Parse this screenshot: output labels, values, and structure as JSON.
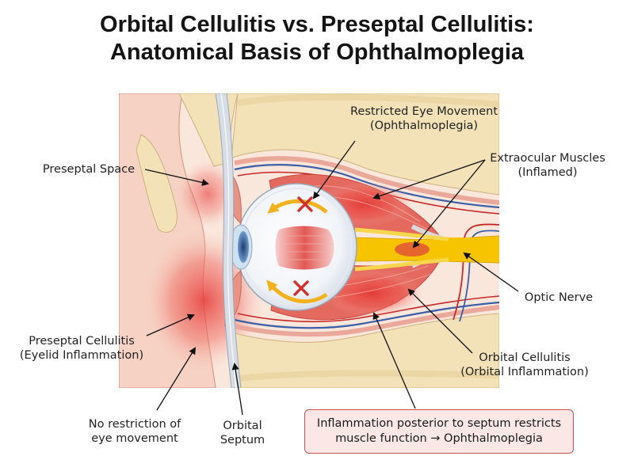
{
  "title": {
    "line1": "Orbital Cellulitis vs. Preseptal Cellulitis:",
    "line2": "Anatomical Basis of Ophthalmoplegia"
  },
  "labels": {
    "restricted": {
      "line1": "Restricted Eye Movement",
      "line2": "(Ophthalmoplegia)"
    },
    "extraocular": {
      "line1": "Extraocular Muscles",
      "line2": "(Inflamed)"
    },
    "preseptal_space": "Preseptal Space",
    "optic_nerve": "Optic Nerve",
    "preseptal_cellulitis": {
      "line1": "Preseptal Cellulitis",
      "line2": "(Eyelid Inflammation)"
    },
    "orbital_cellulitis": {
      "line1": "Orbital Cellulitis",
      "line2": "(Orbital Inflammation)"
    },
    "no_restriction": {
      "line1": "No restriction of",
      "line2": "eye movement"
    },
    "orbital_septum": {
      "line1": "Orbital",
      "line2": "Septum"
    }
  },
  "callout": {
    "line1": "Inflammation posterior to septum restricts",
    "line2": "muscle function → Ophthalmoplegia"
  },
  "colors": {
    "inflammation": "#e53935",
    "bone": "#f3e2b8",
    "skin": "#f6d2c4",
    "nerve": "#f6c400",
    "vessel": "#3d5fa8",
    "arrow": "#f2b21e",
    "callout_border": "#c4524f",
    "callout_fill": "#fbe7e6"
  }
}
